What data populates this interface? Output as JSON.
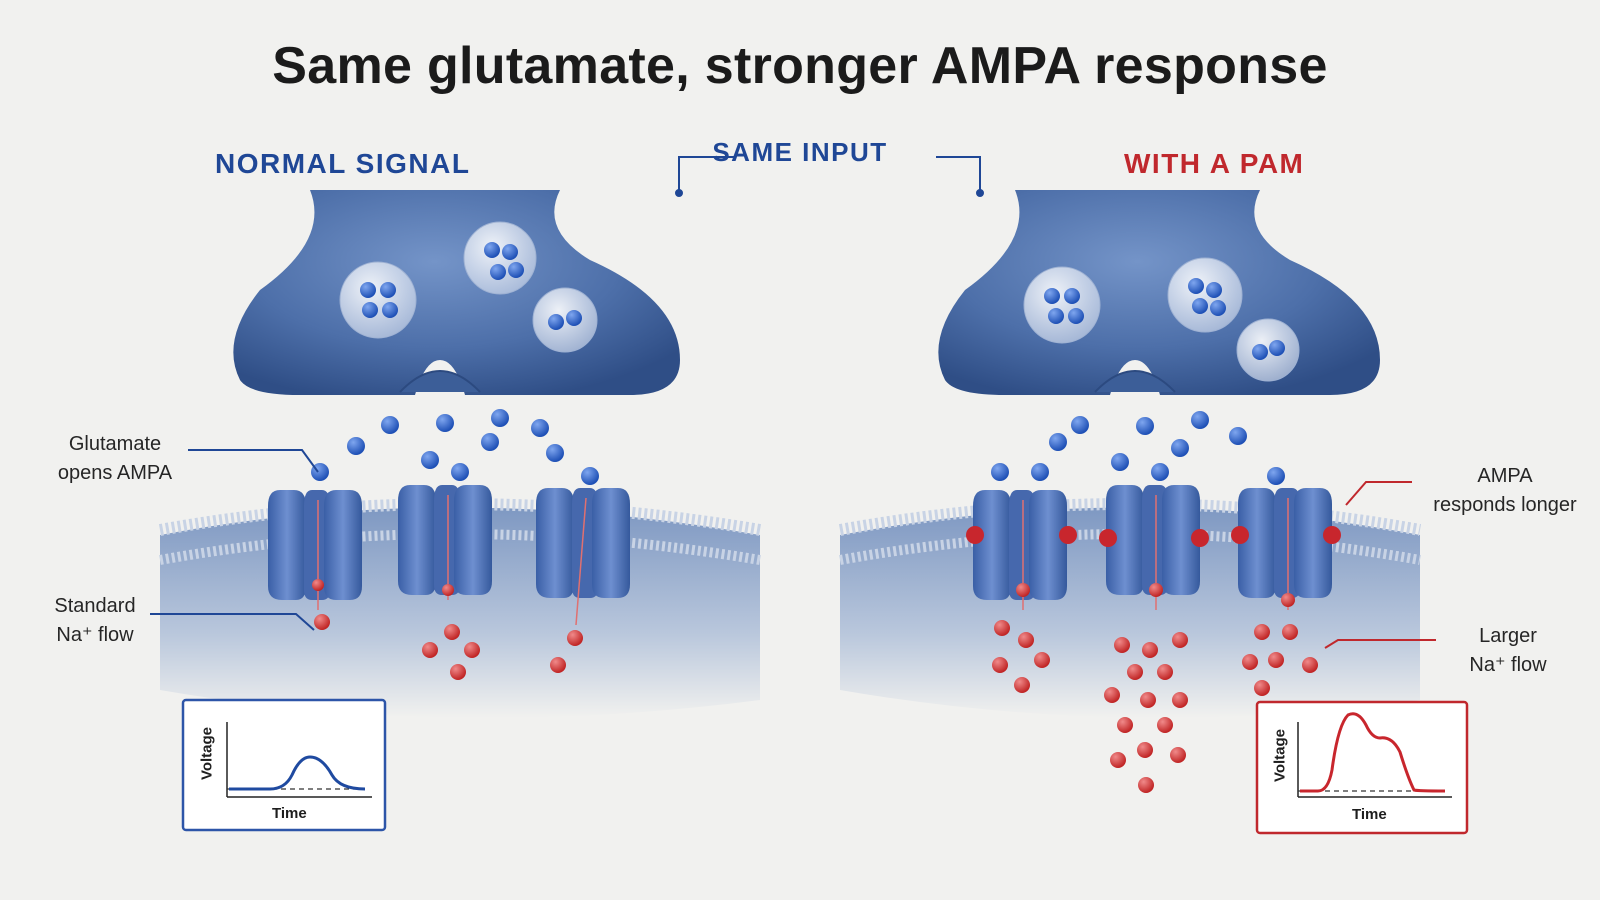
{
  "title": "Same glutamate, stronger AMPA response",
  "headings": {
    "left": "NORMAL SIGNAL",
    "center": "SAME INPUT",
    "right": "WITH A PAM"
  },
  "labels": {
    "glutamate_line1": "Glutamate",
    "glutamate_line2": "opens AMPA",
    "standard_line1": "Standard",
    "standard_line2": "Na⁺ flow",
    "ampa_line1": "AMPA",
    "ampa_line2": "responds longer",
    "larger_line1": "Larger",
    "larger_line2": "Na⁺ flow"
  },
  "graphs": {
    "left": {
      "xlabel": "Time",
      "ylabel": "Voltage"
    },
    "right": {
      "xlabel": "Time",
      "ylabel": "Voltage"
    }
  },
  "colors": {
    "blue": "#1f4796",
    "red": "#c0282d",
    "neuron": "#5276b0",
    "glutamate": "#2f62c8",
    "sodium": "#d33a3a",
    "pam": "#c8262d"
  }
}
